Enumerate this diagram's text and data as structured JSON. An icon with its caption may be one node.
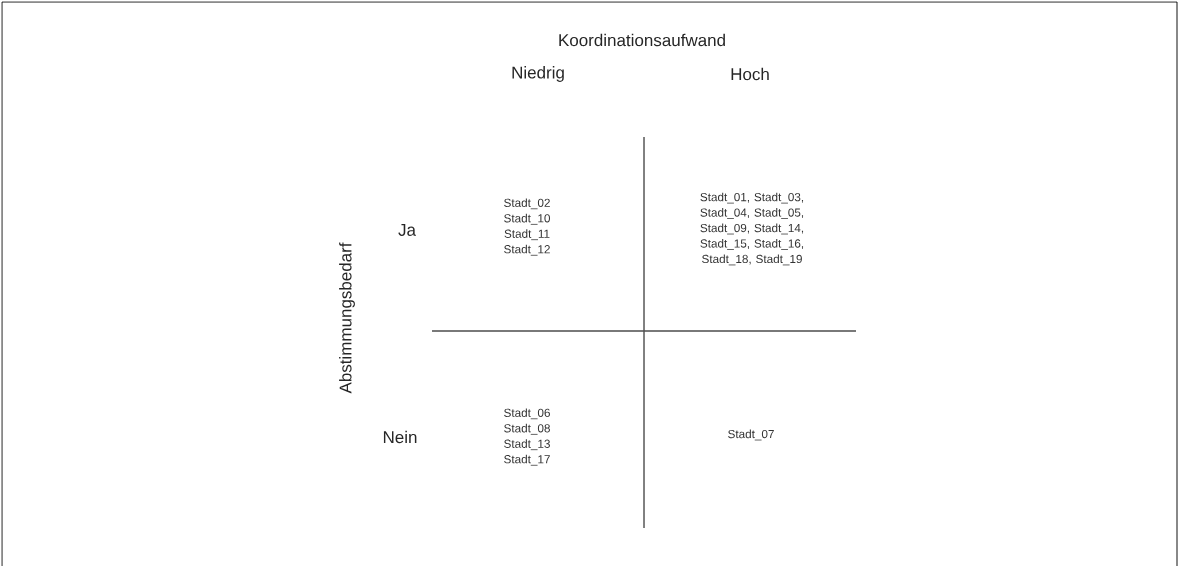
{
  "diagram": {
    "labels": [
      "Koordinationsaufwand",
      "Niedrig",
      "Hoch",
      "Abstimmungsbedarf",
      "Ja",
      "Stadt_02 Stadt_10 Stadt_11 Stadt_12",
      "Stadt_01, Stadt_03, Stadt_04, Stadt_05, Stadt_09, Stadt_14, Stadt_15, Stadt_16, Stadt_18, Stadt_19",
      "Nein",
      "Stadt_06 Stadt_08 Stadt_13 Stadt_17",
      "Stadt_07"
    ]
  }
}
